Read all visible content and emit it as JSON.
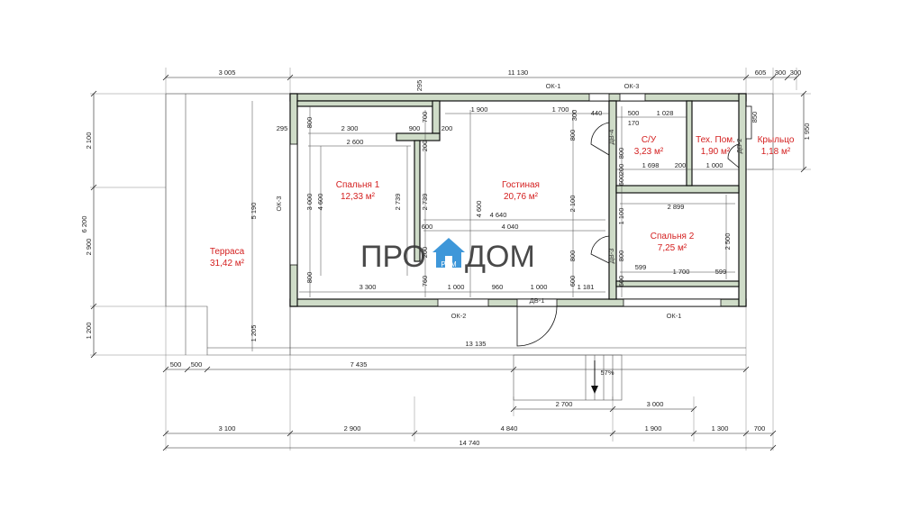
{
  "dims_top": [
    "3 005",
    "11 130",
    "605",
    "300",
    "300"
  ],
  "dims_bottom_1": [
    "500",
    "500",
    "7 435",
    "2 700",
    "3 000"
  ],
  "dims_bottom_2": [
    "3 100",
    "2 900",
    "4 840",
    "1 900",
    "1 300",
    "700"
  ],
  "dims_total": "14 740",
  "dims_left": [
    "2 100",
    "2 900",
    "1 200",
    "6 200"
  ],
  "dims_right": "1 950",
  "dims_inner": {
    "d295a": "295",
    "d295b": "295",
    "d2300": "2 300",
    "d900": "900",
    "d2600": "2 600",
    "d1900": "1 900",
    "d1700": "1 700",
    "d300a": "300",
    "d440": "440",
    "d500": "500",
    "d1028": "1 028",
    "d170": "170",
    "d1698": "1 698",
    "d200a": "200",
    "d1000": "1 000",
    "d850": "850",
    "d800a": "800",
    "d700": "700",
    "d200b": "200",
    "d800b": "800",
    "d200c": "200",
    "d2739a": "2 739",
    "d2739b": "2 739",
    "d4600a": "4 600",
    "d4600b": "4 600",
    "d3000": "3 000",
    "d5190": "5 190",
    "d2100": "2 100",
    "d4640": "4 640",
    "d600a": "600",
    "d4040": "4 040",
    "d800c": "800",
    "d1100": "1 100",
    "d2899": "2 899",
    "d2500": "2 500",
    "d800d": "800",
    "d800e": "800",
    "d599a": "599",
    "d1700b": "1 700",
    "d599b": "599",
    "d3300": "3 300",
    "d760": "760",
    "d1000b": "1 000",
    "d960": "960",
    "d1000c": "1 000",
    "d600b": "600",
    "d1181": "1 181",
    "d600c": "600",
    "d200d": "200",
    "d1205": "1 205",
    "d13135": "13 135",
    "d200e": "200",
    "d800f": "800",
    "d600d": "600"
  },
  "rooms": {
    "terrace": {
      "name": "Терраса",
      "area": "31,42 м²"
    },
    "bedroom1": {
      "name": "Спальня 1",
      "area": "12,33 м²"
    },
    "living": {
      "name": "Гостиная",
      "area": "20,76 м²"
    },
    "bath": {
      "name": "С/У",
      "area": "3,23 м²"
    },
    "tech": {
      "name": "Тех. Пом.",
      "area": "1,90 м²"
    },
    "porch": {
      "name": "Крыльцо",
      "area": "1,18 м²"
    },
    "bedroom2": {
      "name": "Спальня 2",
      "area": "7,25 м²"
    }
  },
  "marks": {
    "ok1_top": "ОК-1",
    "ok3_top": "ОК-3",
    "ok3_left": "ОК-3",
    "ok2_bottom": "ОК-2",
    "ok1_bottom": "ОК-1",
    "dv1": "ДВ-1",
    "dv2": "ДВ-2",
    "dv3": "ДВ-3",
    "dv4": "ДВ-4"
  },
  "slope": "57%",
  "logo": {
    "left": "ПРО",
    "right": "ДОМ",
    "sub": "РЕМ"
  },
  "colors": {
    "wall_fill": "#cfdcc8",
    "room_label": "#d42020",
    "logo_blue": "#2e8fd6"
  }
}
